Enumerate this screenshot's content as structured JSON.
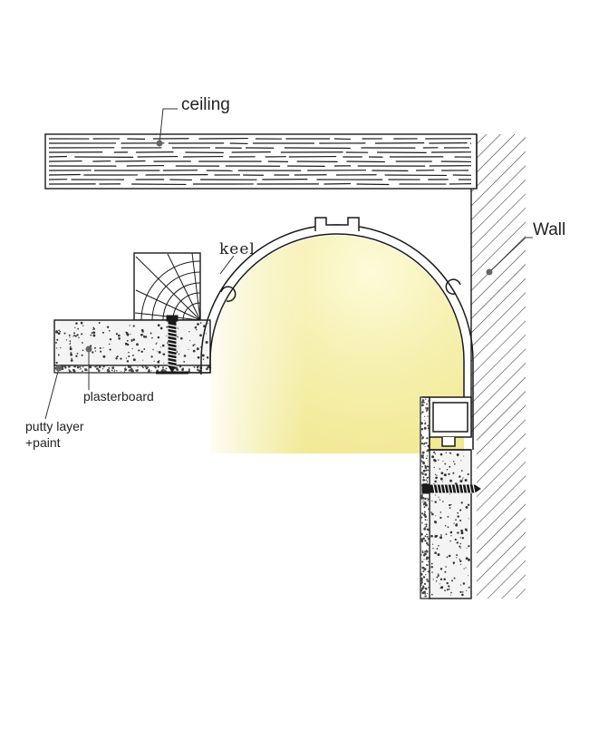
{
  "labels": {
    "ceiling": "ceiling",
    "wall": "Wall",
    "keel": "keel",
    "plasterboard": "plasterboard",
    "putty_line1": "putty layer",
    "putty_line2": "+paint"
  },
  "colors": {
    "line": "#1a1a1a",
    "glow": "#f2ec9c",
    "board_fill": "#f4f4f4"
  }
}
